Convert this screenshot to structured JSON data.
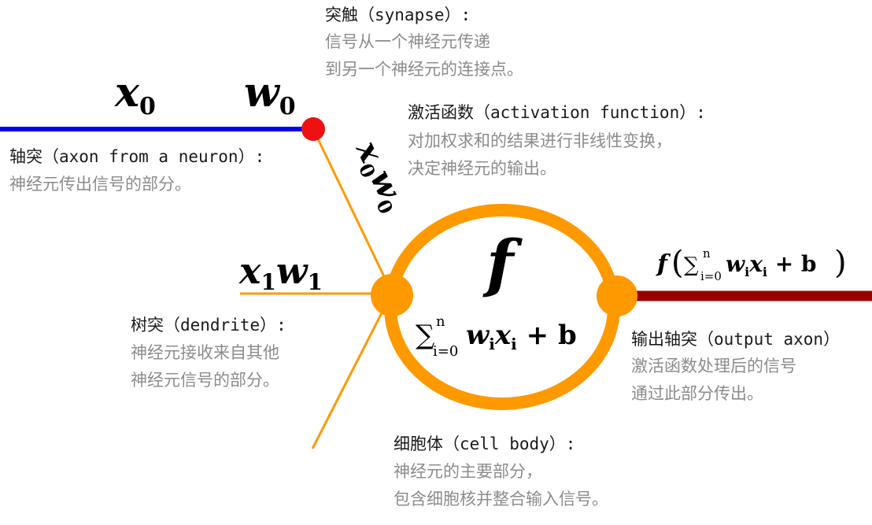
{
  "labels": {
    "x0": "x",
    "x0_sub": "0",
    "w0": "w",
    "w0_sub": "0",
    "x0w0_a": "x",
    "x0w0_a_sub": "0",
    "x0w0_b": "w",
    "x0w0_b_sub": "0",
    "x1": "x",
    "x1_sub": "1",
    "w1": "w",
    "w1_sub": "1",
    "f": "f",
    "sum_sigma": "∑",
    "sum_lower": "i=0",
    "sum_upper": "n",
    "sum_w": "w",
    "sum_w_sub": "i",
    "sum_x": "x",
    "sum_x_sub": "i",
    "sum_plus_b": " + b",
    "out_f": "f",
    "out_paren_open": "(",
    "out_paren_close": ")"
  },
  "annotations": {
    "synapse": {
      "title": "突触（synapse）:",
      "lines": [
        "信号从一个神经元传递",
        "到另一个神经元的连接点。"
      ]
    },
    "axon": {
      "title": "轴突（axon from a neuron）:",
      "lines": [
        "神经元传出信号的部分。"
      ]
    },
    "activation": {
      "title": "激活函数（activation function）:",
      "lines": [
        "对加权求和的结果进行非线性变换，",
        "决定神经元的输出。"
      ]
    },
    "dendrite": {
      "title": "树突（dendrite）:",
      "lines": [
        "神经元接收来自其他",
        "神经元信号的部分。"
      ]
    },
    "output_axon": {
      "title": "输出轴突（output axon）",
      "lines": [
        "激活函数处理后的信号",
        "通过此部分传出。"
      ]
    },
    "cell_body": {
      "title": "细胞体（cell body）:",
      "lines": [
        "神经元的主要部分，",
        "包含细胞核并整合输入信号。"
      ]
    }
  },
  "colors": {
    "input_axon": "#0000ee",
    "synapse_dot": "#ee1111",
    "dendrite": "#ff9900",
    "cell_body": "#ff9900",
    "output_axon": "#990000",
    "annotation_title": "#1a1a1a",
    "annotation_text": "#8c8c8c"
  }
}
